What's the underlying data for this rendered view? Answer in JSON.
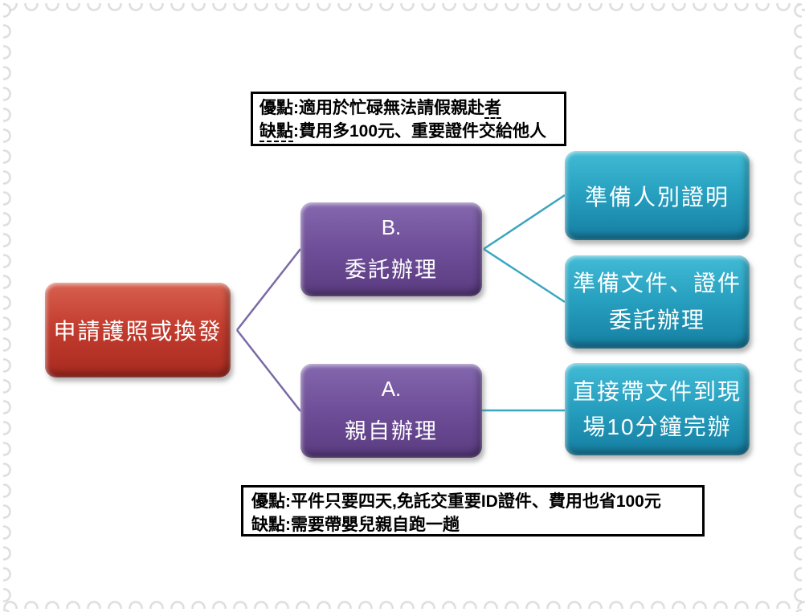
{
  "figure": {
    "kind": "passport-application-decision-diagram"
  },
  "colors": {
    "red_top": "#d8604f",
    "red_bottom": "#a82a20",
    "purple_top": "#8468ae",
    "purple_bottom": "#5a3b80",
    "teal_top": "#41bbd5",
    "teal_bottom": "#157ea1",
    "connector_purple": "#7a6aa5",
    "connector_teal": "#3aa6c0",
    "note_border": "#000000"
  },
  "top_note": {
    "line1": [
      {
        "text": "優點:適用於忙碌無法請假親赴"
      },
      {
        "text": "者"
      }
    ],
    "line2": [
      {
        "text": "缺點"
      },
      {
        "text": ":費用多100元、重要證件交給他人"
      }
    ]
  },
  "bottom_note": {
    "line1": "優點:平件只要四天,免託交重要ID證件、費用也省100元",
    "line2": "缺點:需要帶嬰兒親自跑一趟"
  },
  "root": {
    "label": "申請護照或換發"
  },
  "branch_b": {
    "id": "B.",
    "label": "委託辦理"
  },
  "branch_a": {
    "id": "A.",
    "label": "親自辦理"
  },
  "leaf_b1": {
    "label": "準備人別證明"
  },
  "leaf_b2": {
    "line1": "準備文件、證件",
    "line2": "委託辦理"
  },
  "leaf_a1": {
    "label": "直接帶文件到現場10分鐘完辦"
  }
}
